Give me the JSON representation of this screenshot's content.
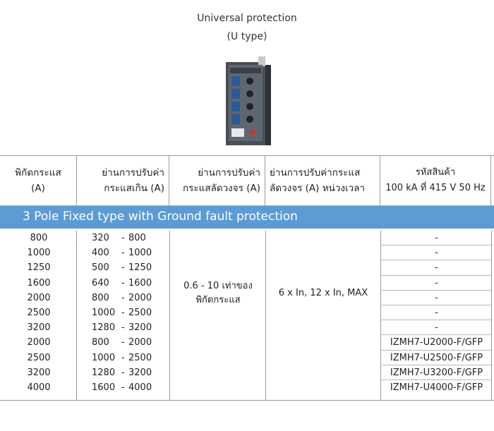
{
  "header": {
    "title_line1": "Universal protection",
    "title_line2": "(U type)"
  },
  "table": {
    "headers": [
      {
        "line1": "พิกัดกระแส",
        "line2": "(A)"
      },
      {
        "line1": "ย่านการปรับค่า",
        "line2": "กระแสเกิน (A)"
      },
      {
        "line1": "ย่านการปรับค่า",
        "line2": "กระแสลัดวงจร (A)"
      },
      {
        "line1": "ย่านการปรับค่ากระแส",
        "line2": "ลัดวงจร (A) หน่วงเวลา"
      },
      {
        "line1": "รหัสสินค้า",
        "line2": "100 kA ที่ 415 V 50 Hz"
      }
    ],
    "section_title": "3 Pole Fixed type with Ground fault protection",
    "short_circuit_range_line1": "0.6 - 10 เท่าของ",
    "short_circuit_range_line2": "พิกัดกระแส",
    "delay_range": "6 x In, 12 x In, MAX",
    "rows": [
      {
        "rated": "800",
        "overload_min": "320",
        "overload_max": "800",
        "code": "-"
      },
      {
        "rated": "1000",
        "overload_min": "400",
        "overload_max": "1000",
        "code": "-"
      },
      {
        "rated": "1250",
        "overload_min": "500",
        "overload_max": "1250",
        "code": "-"
      },
      {
        "rated": "1600",
        "overload_min": "640",
        "overload_max": "1600",
        "code": "-"
      },
      {
        "rated": "2000",
        "overload_min": "800",
        "overload_max": "2000",
        "code": "-"
      },
      {
        "rated": "2500",
        "overload_min": "1000",
        "overload_max": "2500",
        "code": "-"
      },
      {
        "rated": "3200",
        "overload_min": "1280",
        "overload_max": "3200",
        "code": "-"
      },
      {
        "rated": "2000",
        "overload_min": "800",
        "overload_max": "2000",
        "code": "IZMH7-U2000-F/GFP"
      },
      {
        "rated": "2500",
        "overload_min": "1000",
        "overload_max": "2500",
        "code": "IZMH7-U2500-F/GFP"
      },
      {
        "rated": "3200",
        "overload_min": "1280",
        "overload_max": "3200",
        "code": "IZMH7-U3200-F/GFP"
      },
      {
        "rated": "4000",
        "overload_min": "1600",
        "overload_max": "4000",
        "code": "IZMH7-U4000-F/GFP"
      }
    ]
  },
  "colors": {
    "section_band": "#5c9bd4",
    "grid_line": "#9a9a9a"
  }
}
